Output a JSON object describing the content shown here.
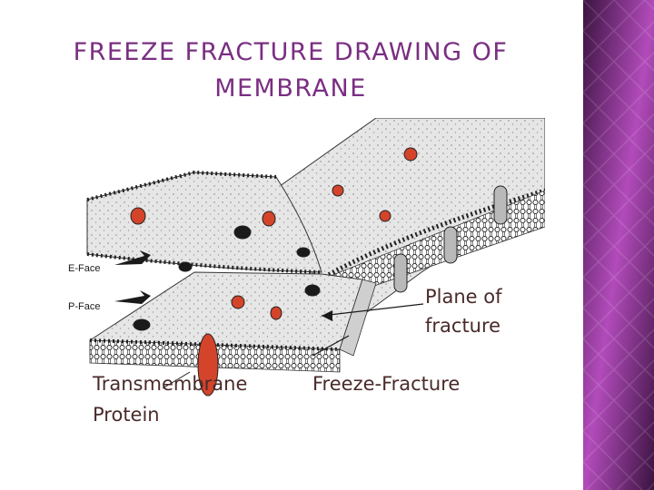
{
  "slide": {
    "title": "FREEZE FRACTURE DRAWING OF MEMBRANE"
  },
  "figure": {
    "labels": {
      "e_face": "E-Face",
      "p_face": "P-Face",
      "plane_line1": "Plane of",
      "plane_line2": "fracture",
      "transmembrane_line1": "Transmembrane",
      "transmembrane_line2": "Protein",
      "freeze_fracture": "Freeze-Fracture"
    }
  },
  "colors": {
    "title": "#7a2e82",
    "sidebar_dark": "#3b1340",
    "sidebar_light": "#b24bbb",
    "protein_red": "#d4442a",
    "membrane_grey": "#e6e6e6"
  }
}
